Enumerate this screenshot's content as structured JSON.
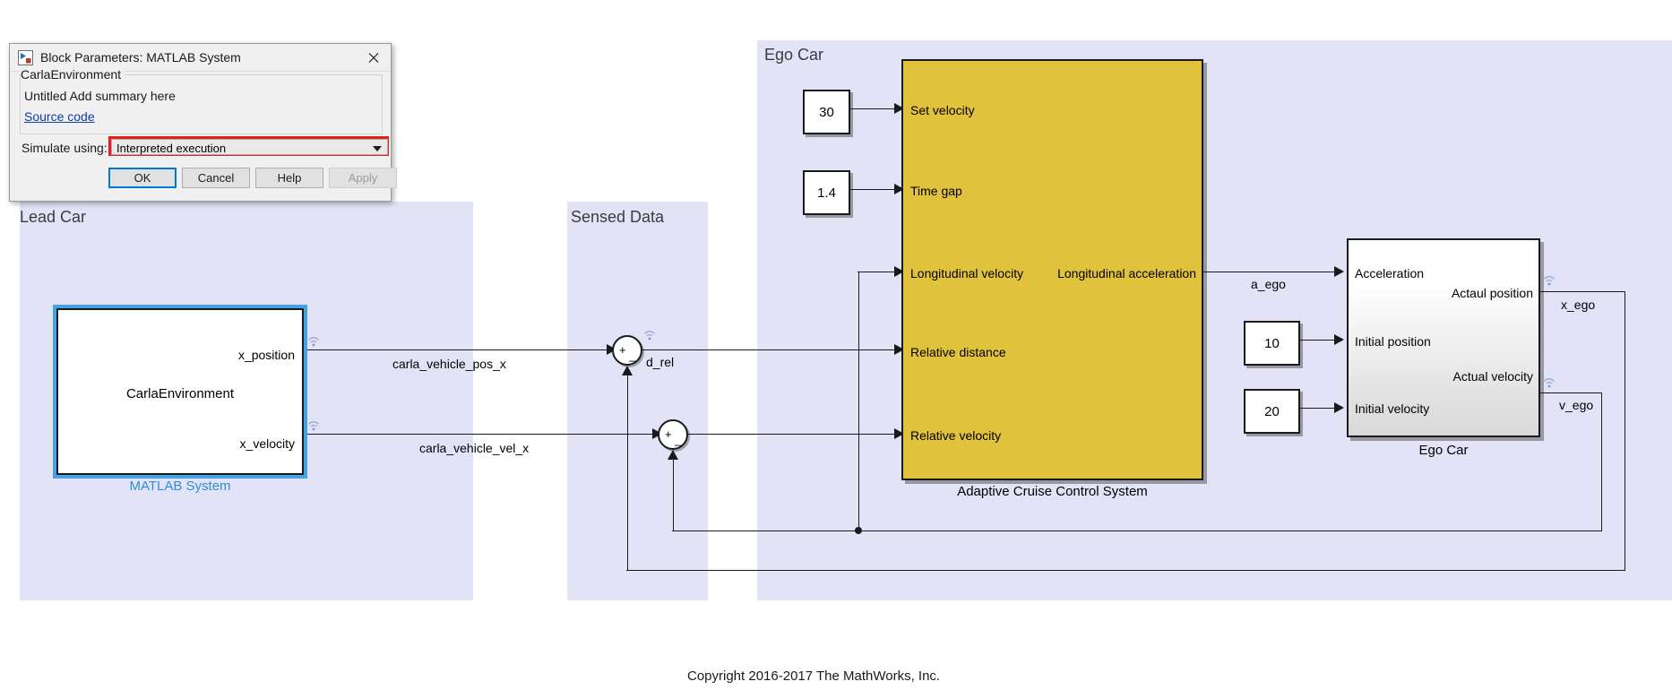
{
  "dialog": {
    "title": "Block Parameters: MATLAB System",
    "icon": "simulink-block-icon",
    "close_icon": "close-icon",
    "group_title": "CarlaEnvironment",
    "summary": "Untitled Add summary here",
    "source_link": "Source code",
    "field_label": "Simulate using:",
    "select_value": "Interpreted execution",
    "select_caret_icon": "chevron-down-icon",
    "highlight_color": "#e32020",
    "buttons": {
      "ok": "OK",
      "cancel": "Cancel",
      "help": "Help",
      "apply": "Apply"
    }
  },
  "regions": {
    "lead_car": "Lead Car",
    "sensed_data": "Sensed Data",
    "ego_car": "Ego Car"
  },
  "blocks": {
    "carla": {
      "name": "MATLAB System",
      "body": "CarlaEnvironment",
      "out1": "x_position",
      "out2": "x_velocity"
    },
    "acc": {
      "name": "Adaptive Cruise Control System",
      "in1": "Set velocity",
      "in2": "Time gap",
      "in3": "Longitudinal velocity",
      "in4": "Relative distance",
      "in5": "Relative velocity",
      "out1": "Longitudinal acceleration",
      "color": "#e0c23c"
    },
    "ego": {
      "name": "Ego Car",
      "in1": "Acceleration",
      "in2": "Initial position",
      "in3": "Initial velocity",
      "out1": "Actaul position",
      "out2": "Actual velocity"
    },
    "constants": {
      "set_velocity": "30",
      "time_gap": "1.4",
      "initial_position": "10",
      "initial_velocity": "20"
    }
  },
  "sum_blocks": {
    "d_rel": {
      "plus": "+",
      "minus": "_"
    },
    "v_rel": {
      "plus": "+",
      "minus": "_"
    }
  },
  "signals": {
    "pos_x": "carla_vehicle_pos_x",
    "vel_x": "carla_vehicle_vel_x",
    "d_rel": "d_rel",
    "a_ego": "a_ego",
    "x_ego": "x_ego",
    "v_ego": "v_ego"
  },
  "footer": {
    "copyright": "Copyright 2016-2017 The MathWorks, Inc."
  },
  "colors": {
    "region_bg": "#e3e3f8",
    "acc_yellow": "#e0c23c",
    "selection_blue": "#45a3e5",
    "link_blue": "#2d8fd5"
  }
}
